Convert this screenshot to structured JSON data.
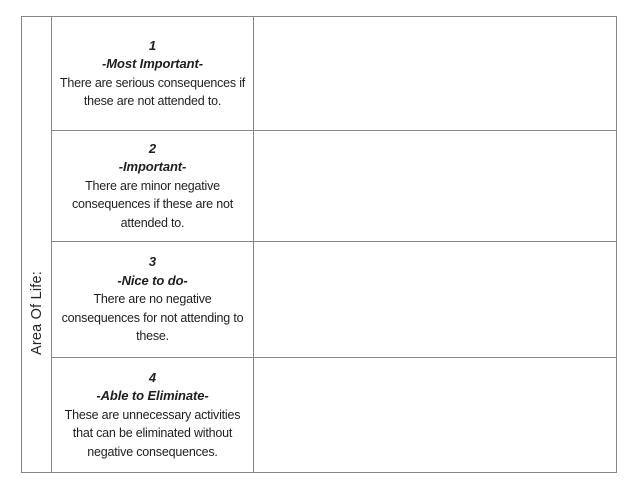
{
  "table": {
    "area_label": "Area Of Life:",
    "rows": [
      {
        "number": "1",
        "title": "-Most Important-",
        "description": "There are serious consequences if\nthese are not attended to."
      },
      {
        "number": "2",
        "title": "-Important-",
        "description": "There are minor negative\nconsequences if these are not\nattended to."
      },
      {
        "number": "3",
        "title": "-Nice to do-",
        "description": "There are no negative\nconsequences for not attending to\nthese."
      },
      {
        "number": "4",
        "title": "-Able to Eliminate-",
        "description": "These are unnecessary activities\nthat can be eliminated without\nnegative consequences."
      }
    ]
  },
  "colors": {
    "border": "#878787",
    "text": "#1f1f1f",
    "page_background": "#ffffff"
  }
}
